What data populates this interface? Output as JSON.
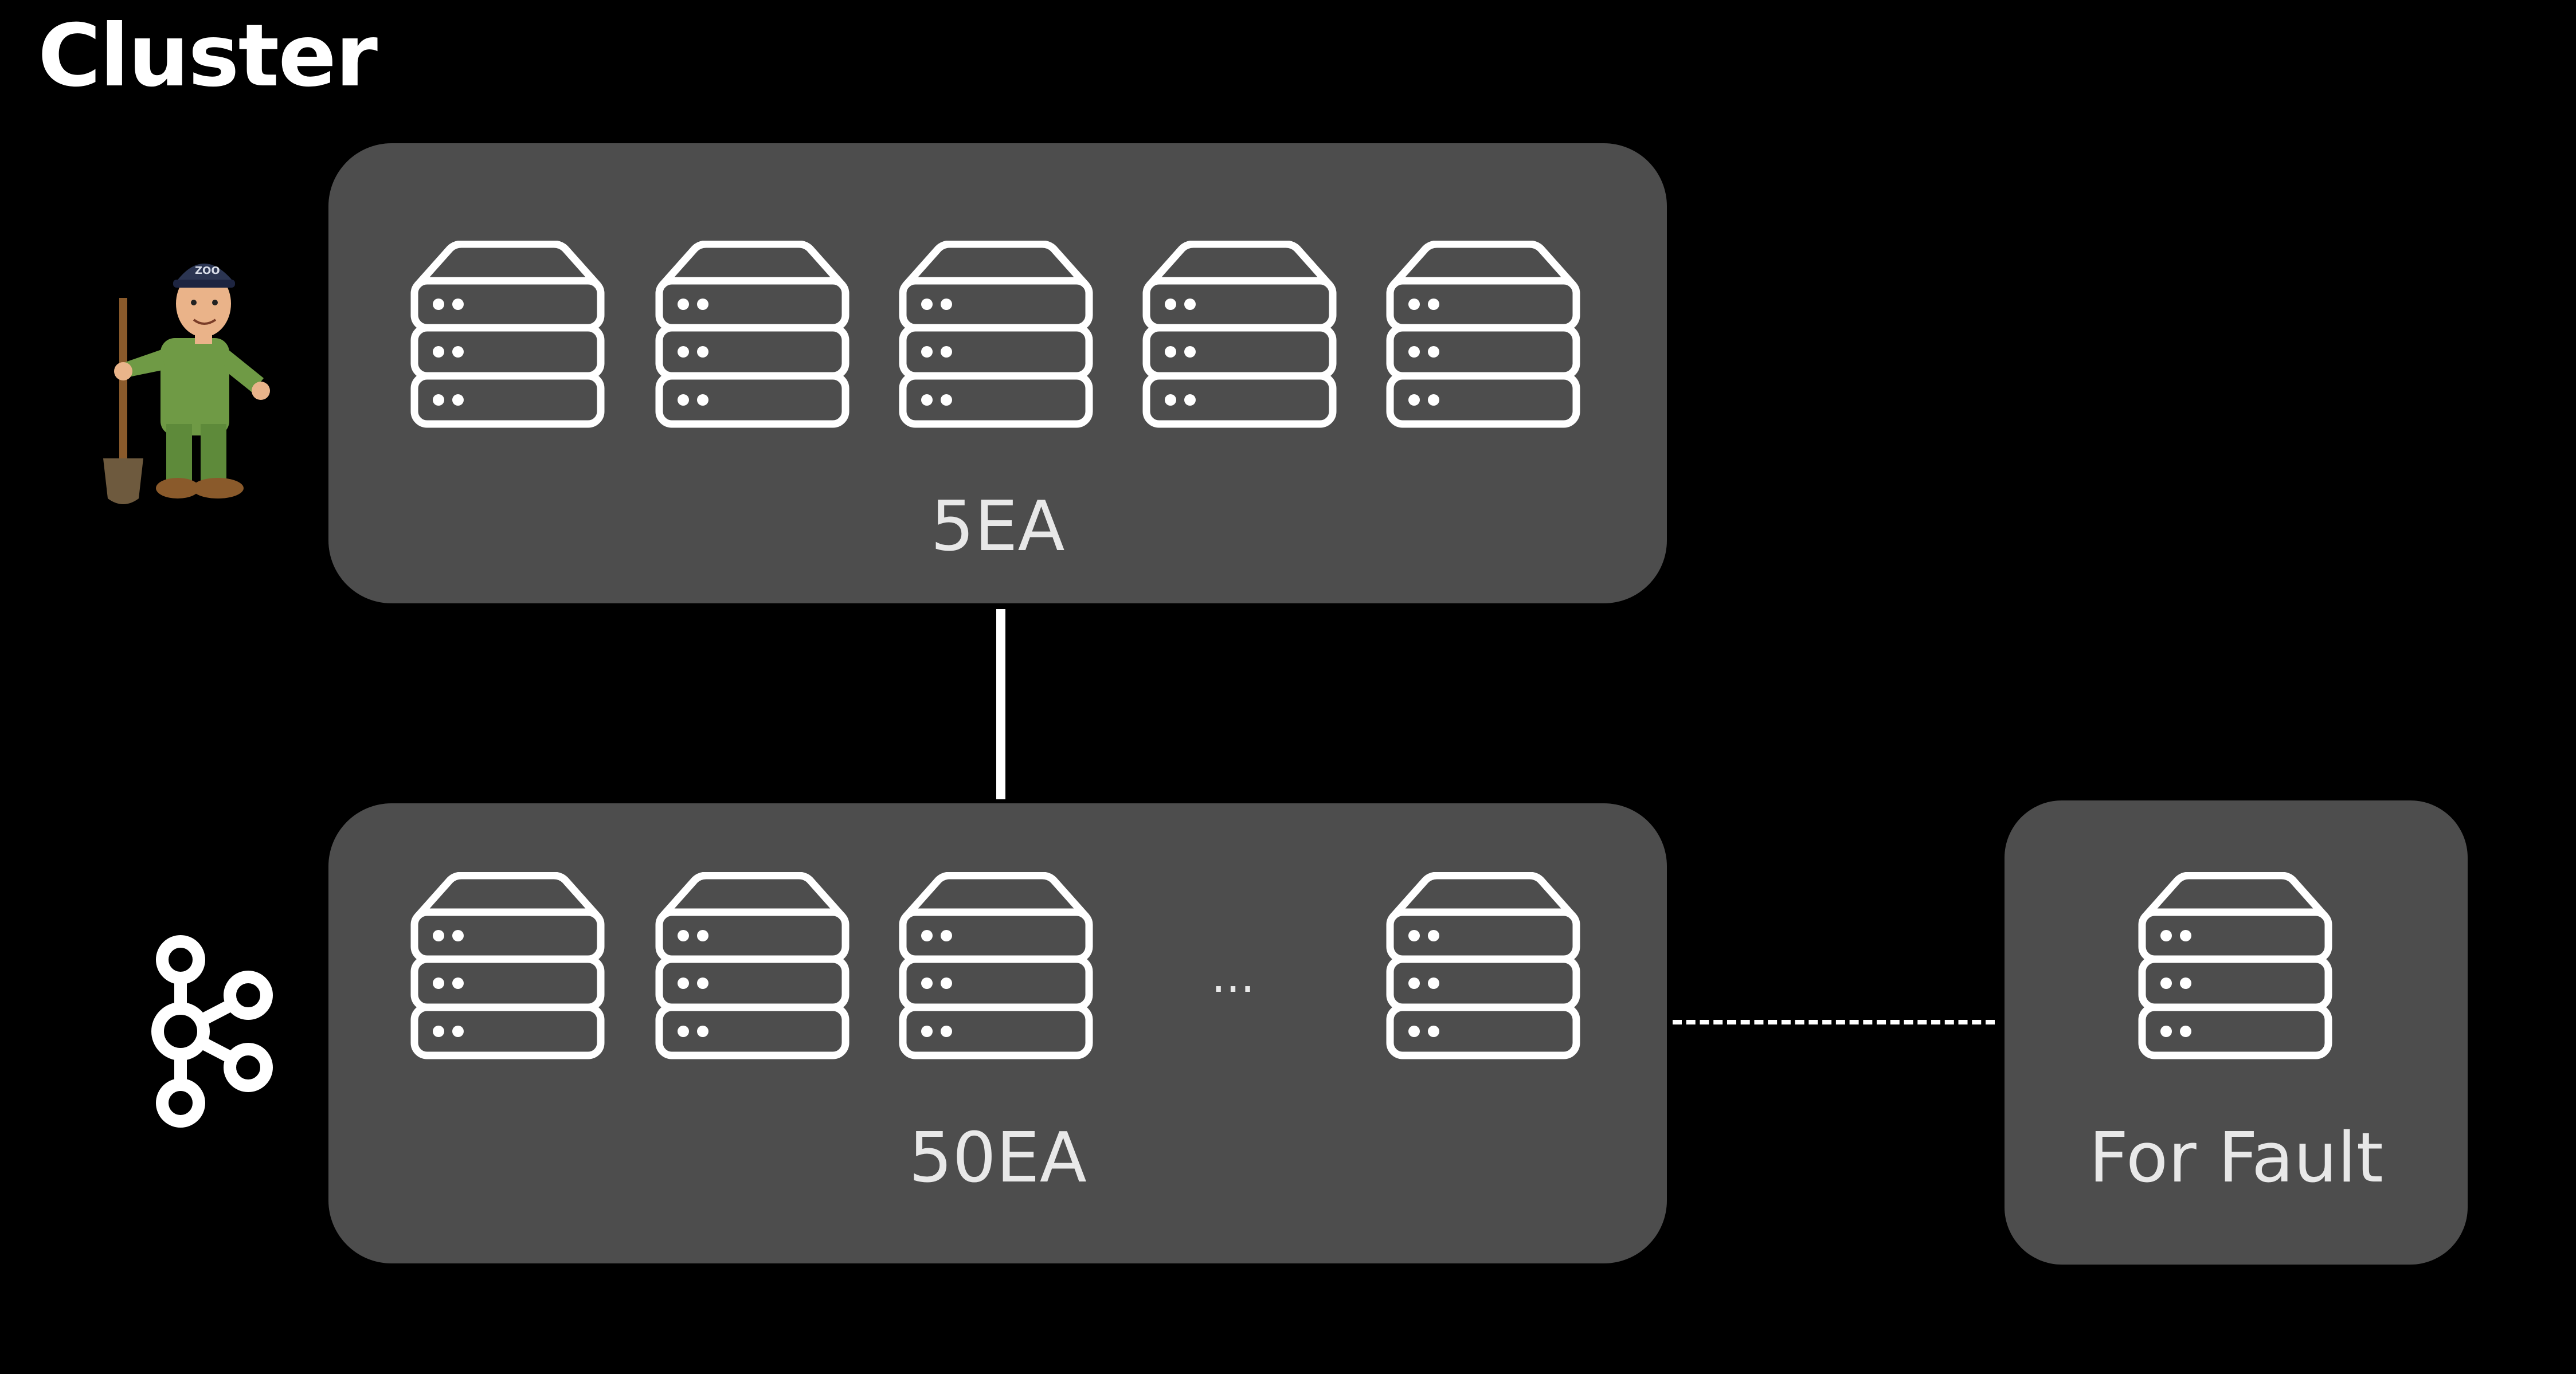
{
  "title": "Cluster",
  "zookeeper_cluster": {
    "label": "5EA",
    "server_count": 5,
    "mascot_icon": "zookeeper-mascot-icon"
  },
  "kafka_cluster": {
    "label": "50EA",
    "visible_server_count": 4,
    "ellipsis": "...",
    "logo_icon": "kafka-logo-icon"
  },
  "spare_cluster": {
    "label": "For Fault",
    "server_count": 1
  },
  "colors": {
    "background": "#000000",
    "panel": "#4d4d4d",
    "stroke": "#ffffff"
  }
}
